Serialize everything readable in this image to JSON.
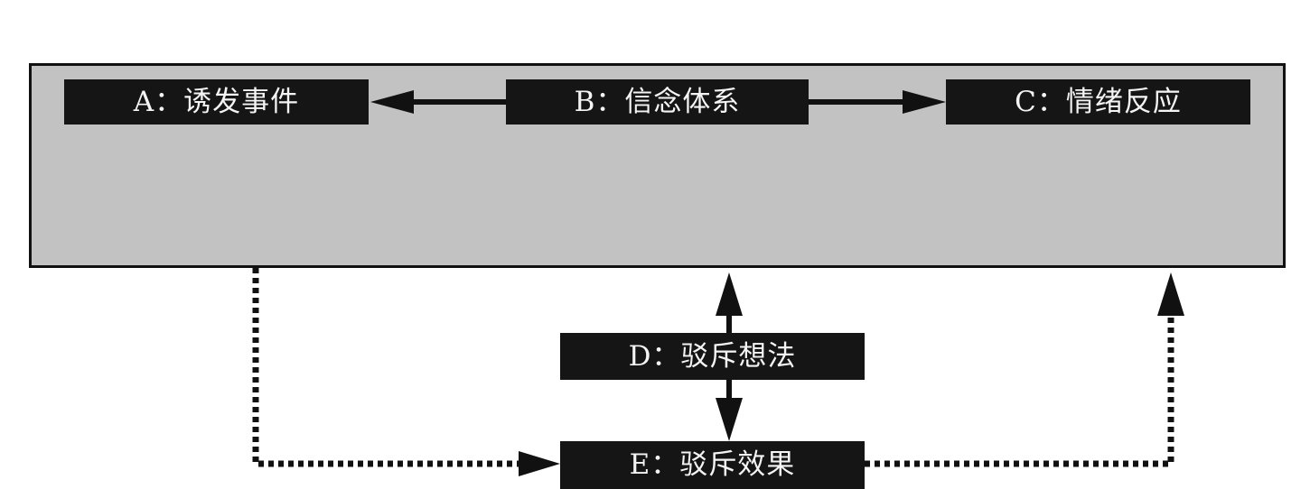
{
  "colors": {
    "panel_fill": "#c2c2c2",
    "node_fill": "#151515",
    "node_text": "#f4f4f4",
    "line": "#111111"
  },
  "nodes": {
    "a": {
      "label": "A：诱发事件"
    },
    "b": {
      "label": "B：信念体系"
    },
    "c": {
      "label": "C：情绪反应"
    },
    "d": {
      "label": "D：驳斥想法"
    },
    "e": {
      "label": "E：驳斥效果"
    }
  },
  "edges": [
    {
      "from": "b",
      "to": "a",
      "style": "solid"
    },
    {
      "from": "b",
      "to": "c",
      "style": "solid"
    },
    {
      "from": "d",
      "to": "b",
      "style": "solid"
    },
    {
      "from": "d",
      "to": "e",
      "style": "solid"
    },
    {
      "from": "a",
      "to": "e",
      "style": "dotted"
    },
    {
      "from": "e",
      "to": "c",
      "style": "dotted"
    }
  ]
}
